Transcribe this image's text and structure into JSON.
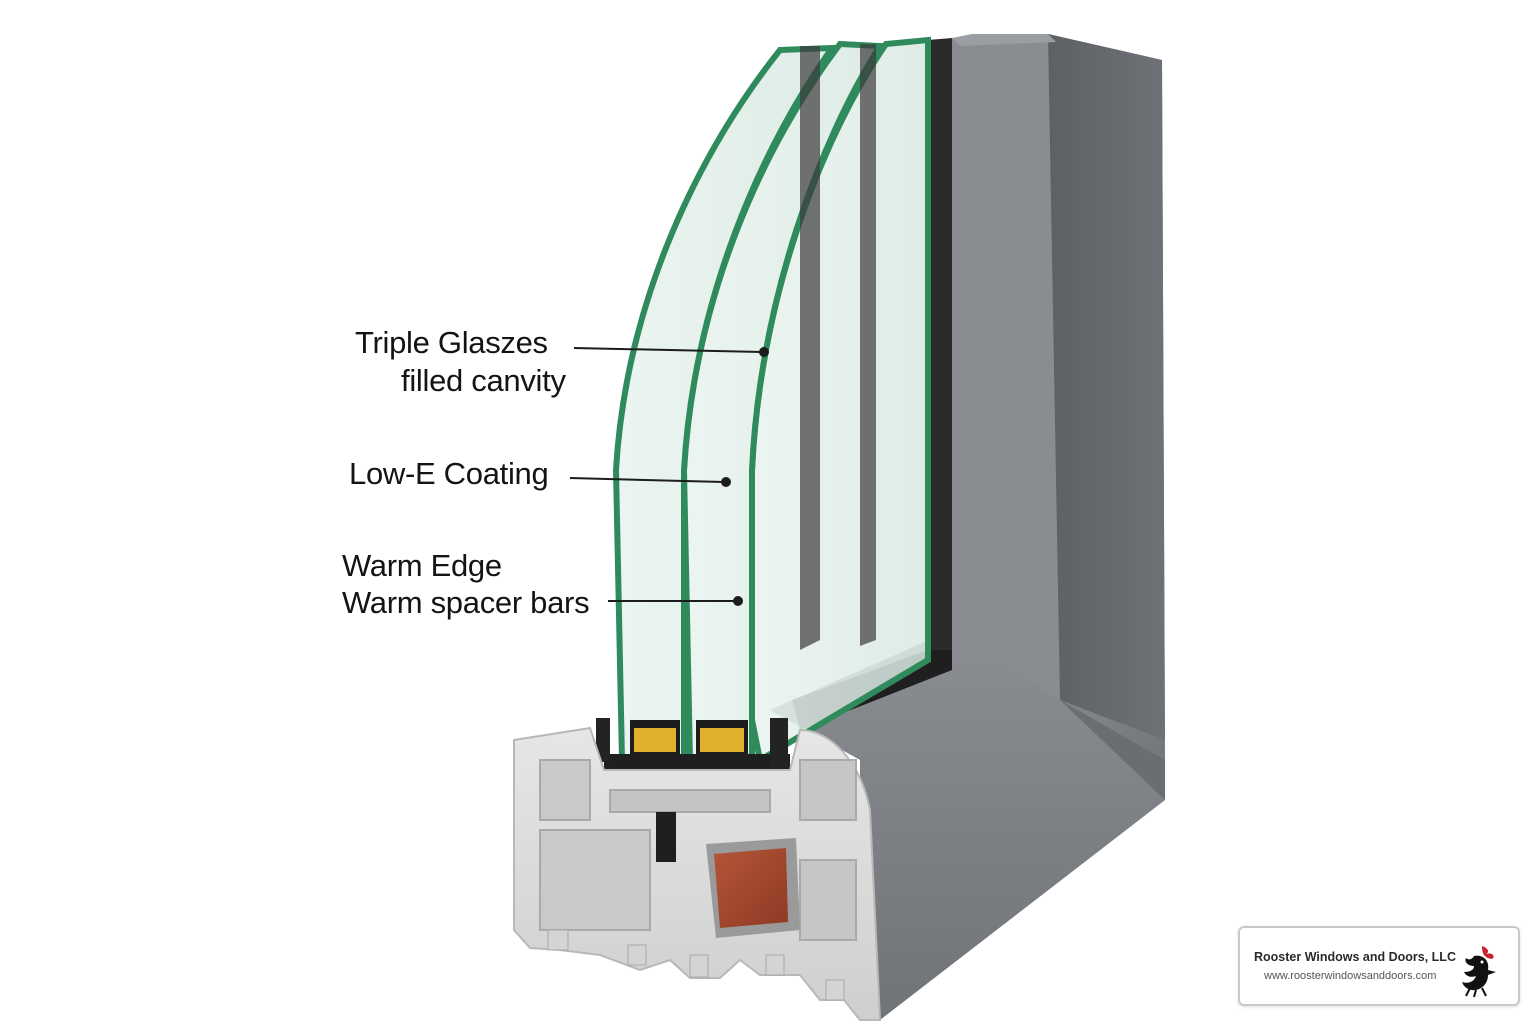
{
  "callouts": {
    "triple": {
      "line1": "Triple Glaszes",
      "line2": "filled canvity"
    },
    "lowe": {
      "line1": "Low-E Coating"
    },
    "warm": {
      "line1": "Warm Edge",
      "line2": "Warm spacer bars"
    }
  },
  "logo": {
    "company": "Rooster Windows and Doors, LLC",
    "url": "www.roosterwindowsanddoors.com",
    "icon": "rooster-icon"
  },
  "colors": {
    "frame": "#7b7e82",
    "glass_edge": "#2f8a5c",
    "pvc": "#dcdcdc",
    "steel_core": "#a84a30",
    "spacer": "#e2b12c",
    "accent_red": "#c8232a"
  }
}
